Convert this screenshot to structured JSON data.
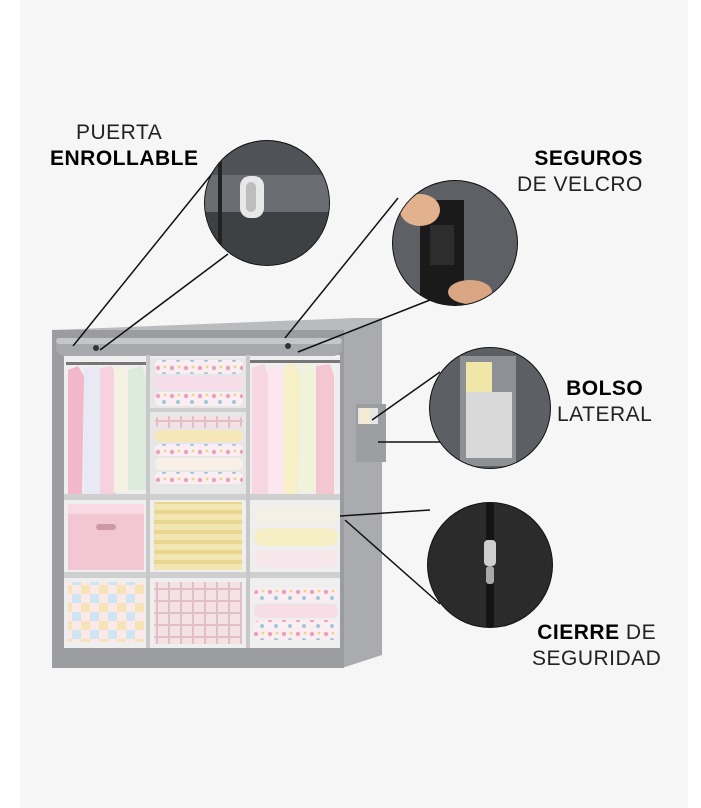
{
  "labels": {
    "puerta": {
      "line1": "PUERTA",
      "line2": "ENROLLABLE"
    },
    "seguros": {
      "line1": "SEGUROS",
      "line2": "DE VELCRO"
    },
    "bolso": {
      "line1": "BOLSO",
      "line2": "LATERAL"
    },
    "cierre": {
      "bold": "CIERRE",
      "rest": " DE",
      "line2": "SEGURIDAD"
    }
  },
  "colors": {
    "background": "#f6f6f6",
    "frame": "#8e9093",
    "cover": "#b4b6b9",
    "callout_fill": "#5c5f63"
  }
}
